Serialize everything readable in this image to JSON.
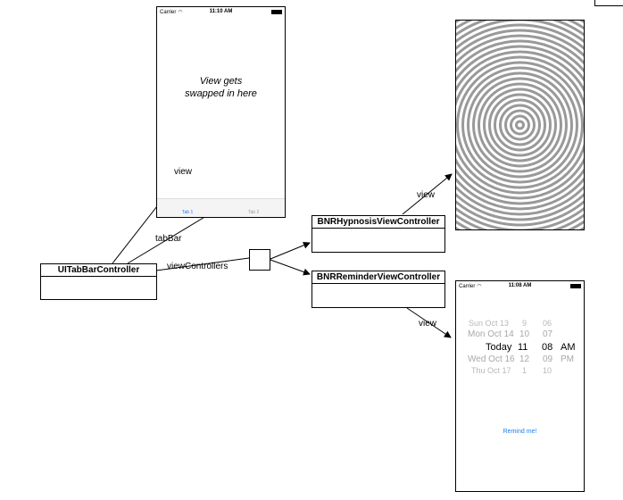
{
  "tab_phone": {
    "carrier": "Carrier",
    "time": "11:10 AM",
    "message_line1": "View gets",
    "message_line2": "swapped in here",
    "tab1": "Tab 1",
    "tab2": "Tab 2"
  },
  "labels": {
    "view_top": "view",
    "tabbar": "tabBar",
    "viewcontrollers": "viewControllers",
    "view_hypnosis": "view",
    "view_reminder": "view"
  },
  "boxes": {
    "tabbar_controller": "UITabBarController",
    "hypnosis_controller": "BNRHypnosisViewController",
    "reminder_controller": "BNRReminderViewController"
  },
  "reminder_phone": {
    "carrier": "Carrier",
    "time": "11:08 AM",
    "button": "Remind me!",
    "picker_rows": [
      {
        "date": "Sun Oct 13",
        "hour": "9",
        "minute": "06",
        "ampm": ""
      },
      {
        "date": "Mon Oct 14",
        "hour": "10",
        "minute": "07",
        "ampm": ""
      },
      {
        "date": "Today",
        "hour": "11",
        "minute": "08",
        "ampm": "AM"
      },
      {
        "date": "Wed Oct 16",
        "hour": "12",
        "minute": "09",
        "ampm": "PM"
      },
      {
        "date": "Thu Oct 17",
        "hour": "1",
        "minute": "10",
        "ampm": ""
      }
    ]
  },
  "colors": {
    "accent": "#1a7ee8",
    "ring": "#999999",
    "picker_faded": "#b8b8b8"
  }
}
